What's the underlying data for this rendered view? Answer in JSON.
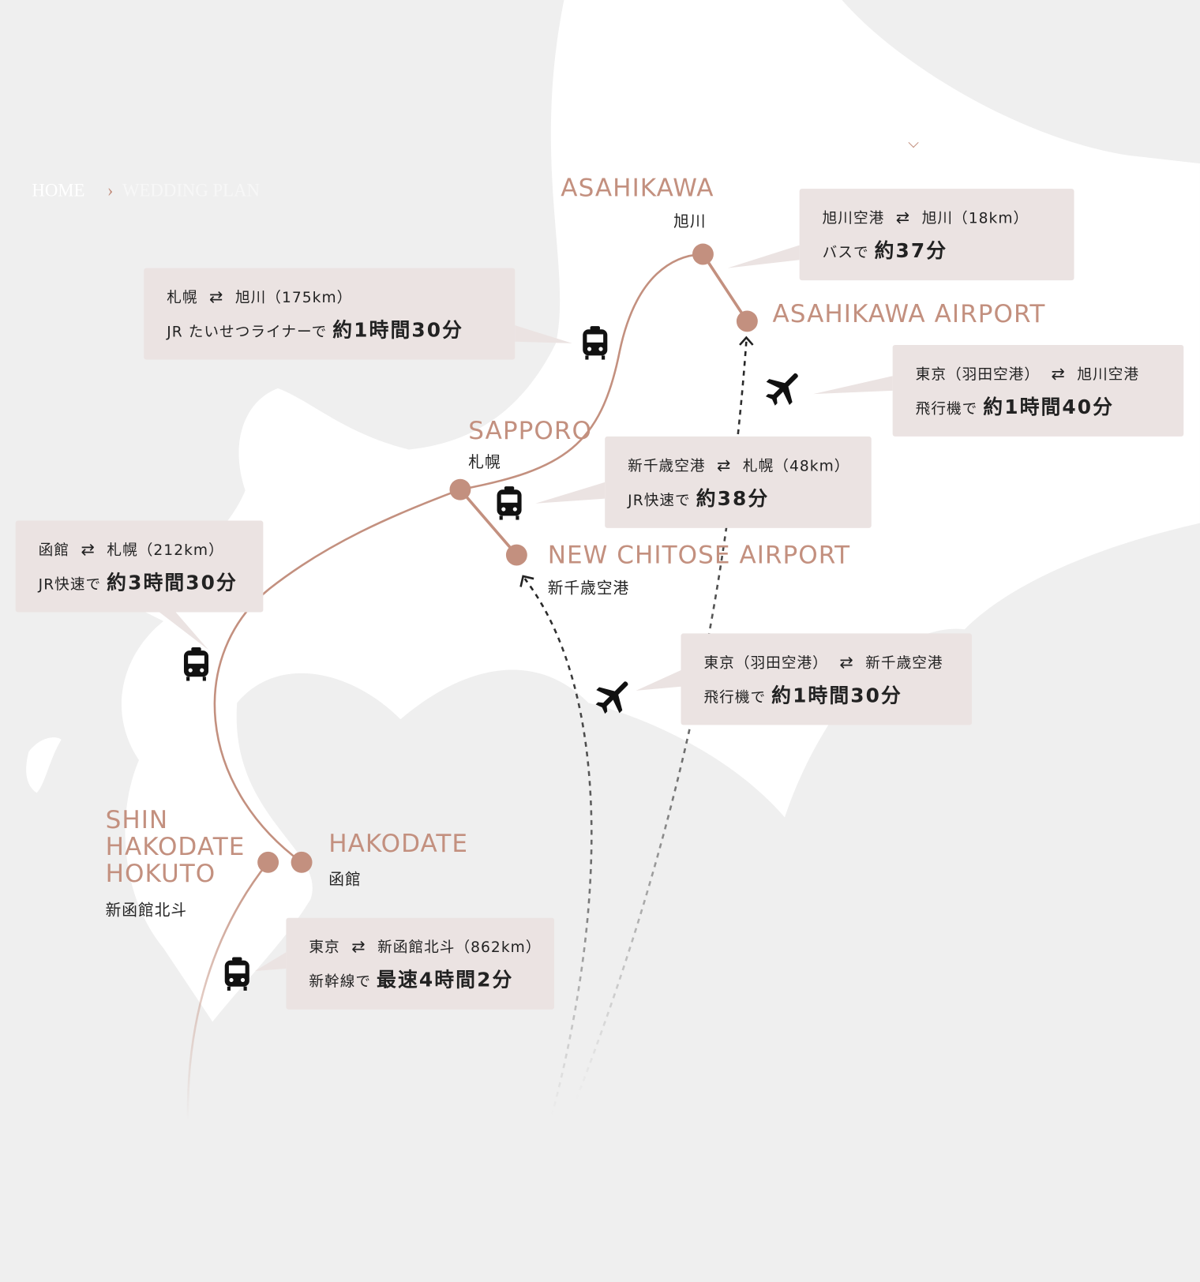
{
  "breadcrumb": {
    "home": "HOME",
    "current": "WEDDING PLAN"
  },
  "colors": {
    "accent": "#c3907f",
    "box": "#ebe3e2",
    "land": "#ffffff",
    "sea": "#efefef"
  },
  "cities": {
    "asahikawa": {
      "en": "ASAHIKAWA",
      "jp": "旭川"
    },
    "asahikawa_airport": {
      "en": "ASAHIKAWA AIRPORT"
    },
    "sapporo": {
      "en": "SAPPORO",
      "jp": "札幌"
    },
    "new_chitose": {
      "en": "NEW CHITOSE AIRPORT",
      "jp": "新千歳空港"
    },
    "hakodate": {
      "en": "HAKODATE",
      "jp": "函館"
    },
    "shin_hakodate": {
      "en1": "SHIN",
      "en2": "HAKODATE",
      "en3": "HOKUTO",
      "jp": "新函館北斗"
    }
  },
  "routes": [
    {
      "from": "旭川空港",
      "to": "旭川（18km）",
      "mode": "バスで",
      "time": "約37分",
      "icon": "bus-icon"
    },
    {
      "from": "札幌",
      "to": "旭川（175km）",
      "mode": "JR たいせつライナーで",
      "time": "約1時間30分",
      "icon": "train-icon"
    },
    {
      "from": "東京（羽田空港）",
      "to": "旭川空港",
      "mode": "飛行機で",
      "time": "約1時間40分",
      "icon": "plane-icon"
    },
    {
      "from": "新千歳空港",
      "to": "札幌（48km）",
      "mode": "JR快速で",
      "time": "約38分",
      "icon": "train-icon"
    },
    {
      "from": "函館",
      "to": "札幌（212km）",
      "mode": "JR快速で",
      "time": "約3時間30分",
      "icon": "train-icon"
    },
    {
      "from": "東京（羽田空港）",
      "to": "新千歳空港",
      "mode": "飛行機で",
      "time": "約1時間30分",
      "icon": "plane-icon"
    },
    {
      "from": "東京",
      "to": "新函館北斗（862km）",
      "mode": "新幹線で",
      "time": "最速4時間2分",
      "icon": "train-icon"
    }
  ],
  "arrow_symbol": "⇄"
}
